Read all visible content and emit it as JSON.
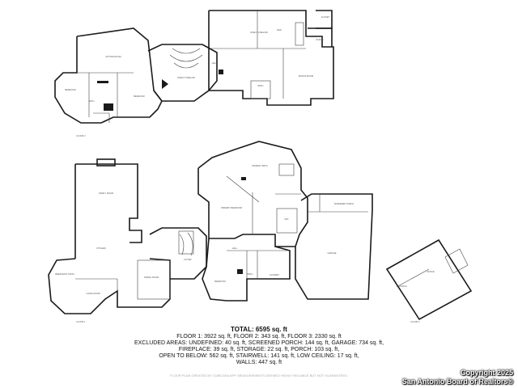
{
  "floor_labels": {
    "floor1": "FLOOR 1",
    "floor2": "FLOOR 2",
    "floor3": "FLOOR 3"
  },
  "rooms": {
    "open_to_below_top": "OPEN TO BELOW",
    "den": "DEN",
    "office_top": "OFFICE",
    "closet_top": "CLOSET",
    "bonus_room": "BONUS ROOM",
    "sitting_room": "SITTING ROOM",
    "bedroom_top_left": "BEDROOM",
    "bedroom_top_mid": "BEDROOM",
    "bath_top": "BATH",
    "wic_top": "WIC",
    "open_to_below_mid": "OPEN TO BELOW",
    "hall_top": "HALL",
    "bath_top2": "BATH",
    "family_room": "FAMILY ROOM",
    "primary_bedroom": "PRIMARY BEDROOM",
    "primary_bath": "PRIMARY BATH",
    "kitchen": "KITCHEN",
    "breakfast_nook": "BREAKFAST NOOK",
    "living_room": "LIVING ROOM",
    "dining_room": "DINING ROOM",
    "foyer": "FOYER",
    "bedroom_bottom": "BEDROOM",
    "laundry": "LAUNDRY",
    "garage": "GARAGE",
    "screened_porch": "SCREENED PORCH",
    "office_detached": "OFFICE",
    "porch": "PORCH",
    "wic_bottom": "WIC",
    "hall_bottom": "HALL",
    "bath_bottom": "BATH"
  },
  "summary": {
    "title": "TOTAL: 6595 sq. ft",
    "lines": [
      "FLOOR 1: 3922 sq. ft, FLOOR 2: 343 sq. ft, FLOOR 3: 2330 sq. ft",
      "EXCLUDED AREAS: UNDEFINED: 40 sq. ft, SCREENED PORCH: 144 sq. ft, GARAGE: 734 sq. ft,",
      "FIREPLACE: 39 sq. ft, STORAGE: 22 sq. ft, PORCH: 103 sq. ft,",
      "OPEN TO BELOW: 562 sq. ft, STAIRWELL: 141 sq. ft, LOW CEILING: 17 sq. ft,",
      "WALLS: 447 sq. ft"
    ]
  },
  "disclaimer": "FLOOR PLAN CREATED BY CUBICASA APP. MEASUREMENTS DEEMED HIGHLY RELIABLE BUT NOT GUARANTEED.",
  "copyright": {
    "line1": "Copyright 2025",
    "line2": "San Antonio Board of Realtors®"
  }
}
